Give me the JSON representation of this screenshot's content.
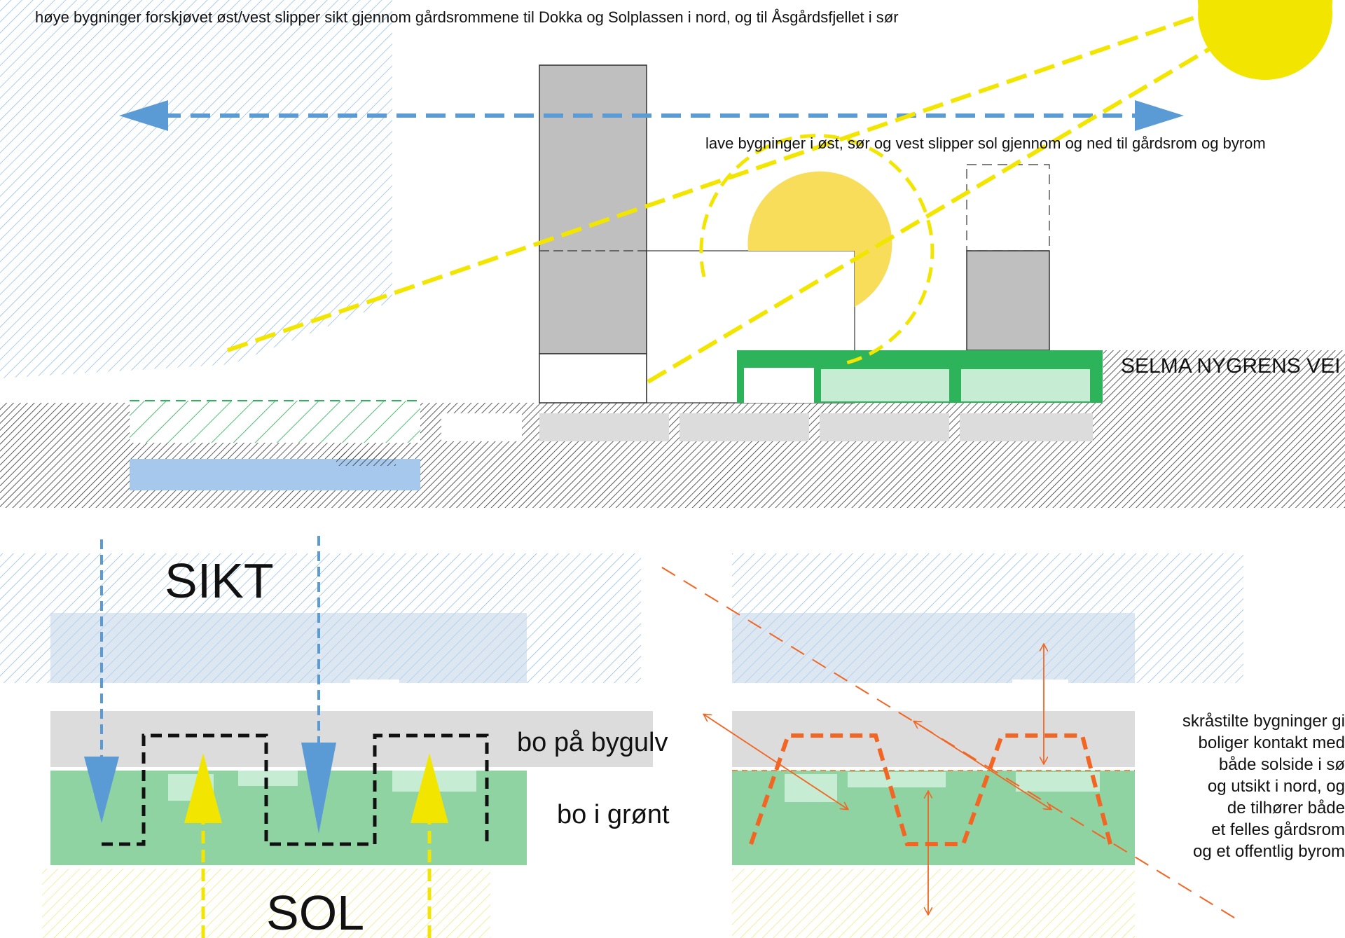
{
  "section": {
    "caption_tall": "høye bygninger forskjøvet øst/vest slipper sikt gjennom gårdsrommene til Dokka og Solplassen i nord, og til Åsgårdsfjellet i sør",
    "caption_low": "lave bygninger i øst, sør og vest slipper sol gjennom og ned til gårdsrom og byrom",
    "road_label": "SELMA NYGRENS VEI"
  },
  "plan_left": {
    "sikt_label": "SIKT",
    "sol_label": "SOL",
    "bygulv_label": "bo på bygulv",
    "gront_label": "bo i grønt"
  },
  "plan_right": {
    "description_lines": [
      "skråstilte bygninger gi",
      "boliger kontakt med",
      "både solside i sø",
      "og utsikt i nord, og",
      "de tilhører både",
      "et felles gårdsrom",
      "og et offentlig byrom"
    ]
  },
  "colors": {
    "sight_blue": "#5b9bd5",
    "sun_yellow": "#f2e600",
    "sun_soft": "#f7dd5a",
    "green": "#2db35a",
    "green_fill": "#8fd3a3",
    "orange": "#f26522",
    "building_gray": "#bfbfbf",
    "ground_hatch": "#333333"
  }
}
